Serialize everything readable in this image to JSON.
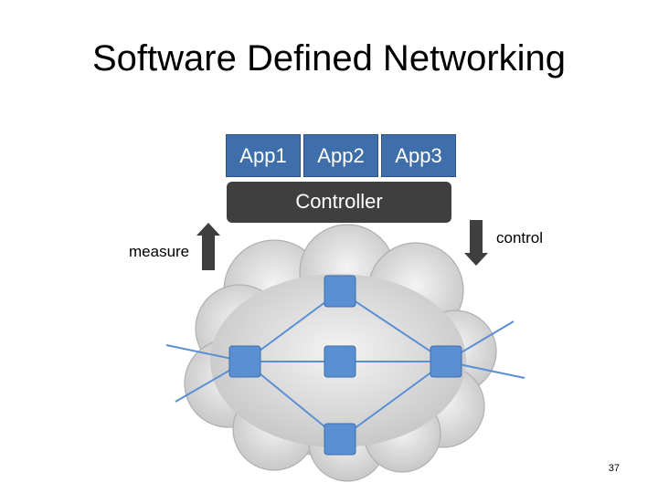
{
  "title": "Software Defined Networking",
  "apps": [
    "App1",
    "App2",
    "App3"
  ],
  "controller_label": "Controller",
  "measure_label": "measure",
  "control_label": "control",
  "page_number": "37",
  "colors": {
    "app_fill": "#3f6faa",
    "controller_fill": "#3f3f3f",
    "switch_fill": "#5a8fd4",
    "link_line": "#5a8fd4",
    "arrow_fill": "#3f3f3f",
    "cloud_fill": "#d9d9d9"
  }
}
